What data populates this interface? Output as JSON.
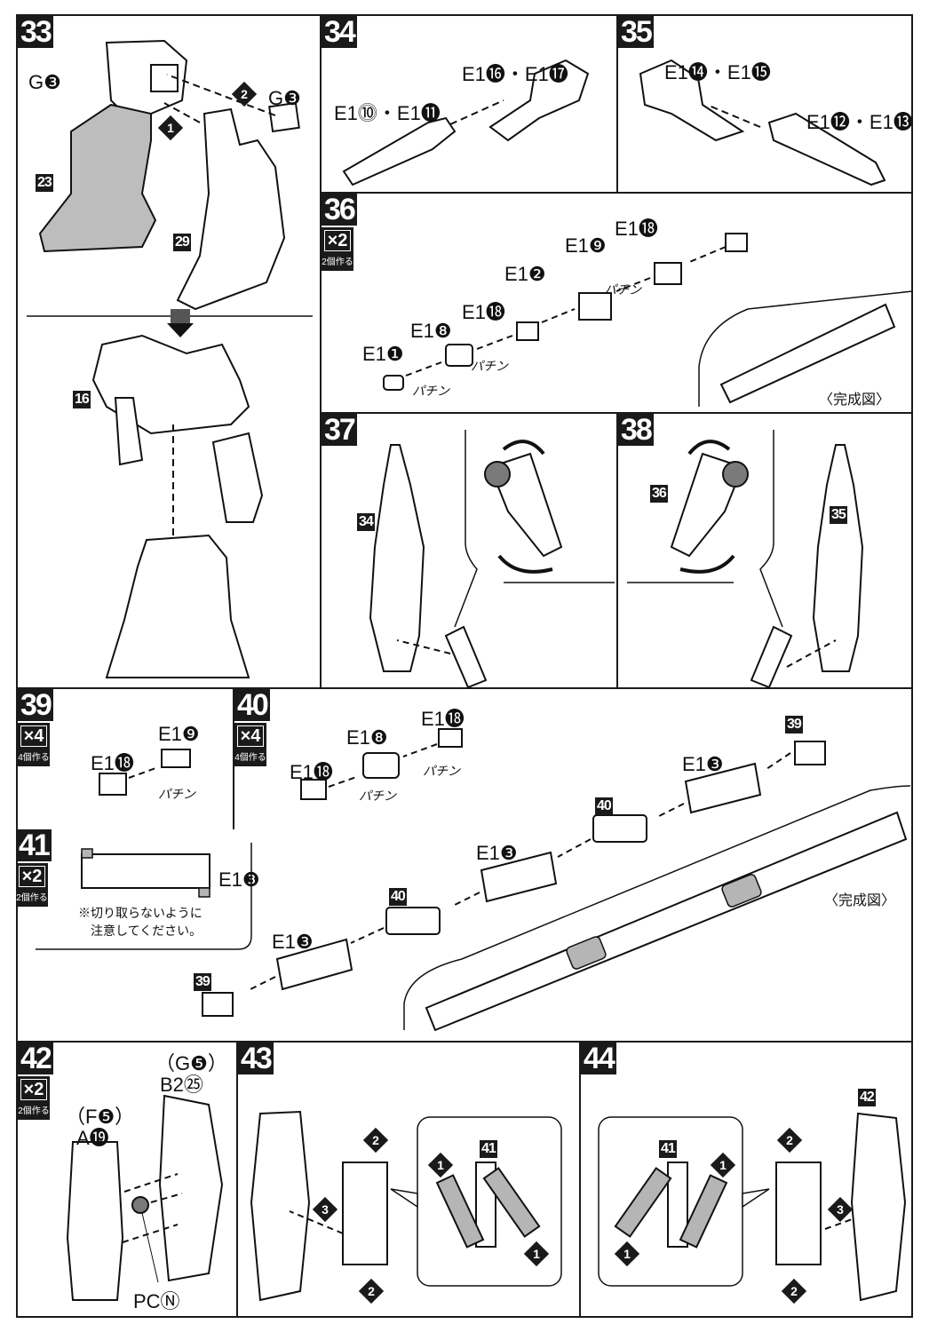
{
  "steps": {
    "s33": {
      "num": "33",
      "labels": {
        "g3_top": "G❸",
        "g3_right": "G❸",
        "part23": "23",
        "part29": "29",
        "part16": "16",
        "order1": "1",
        "order2": "2"
      }
    },
    "s34": {
      "num": "34",
      "labels": {
        "e16_17": "E1⓰・E1⓱",
        "e10_11": "E1⓾・E1⓫"
      }
    },
    "s35": {
      "num": "35",
      "labels": {
        "e14_15": "E1⓮・E1⓯",
        "e12_13": "E1⓬・E1⓭"
      }
    },
    "s36": {
      "num": "36",
      "mult": "×2",
      "mult_note": "2個作る",
      "labels": {
        "e1_1": "E1❶",
        "e1_8": "E1❽",
        "e1_18a": "E1⓲",
        "e1_2": "E1❷",
        "e1_9": "E1❾",
        "e1_18b": "E1⓲"
      },
      "sound": "パチン",
      "completed": "〈完成図〉"
    },
    "s37": {
      "num": "37",
      "labels": {
        "part34": "34"
      }
    },
    "s38": {
      "num": "38",
      "labels": {
        "part36": "36",
        "part35": "35"
      }
    },
    "s39": {
      "num": "39",
      "mult": "×4",
      "mult_note": "4個作る",
      "labels": {
        "e1_18": "E1⓲",
        "e1_9": "E1❾"
      },
      "sound": "パチン"
    },
    "s40": {
      "num": "40",
      "mult": "×4",
      "mult_note": "4個作る",
      "labels": {
        "e1_18a": "E1⓲",
        "e1_8": "E1❽",
        "e1_18b": "E1⓲"
      },
      "sound": "パチン"
    },
    "s41": {
      "num": "41",
      "mult": "×2",
      "mult_note": "2個作る",
      "labels": {
        "e1_3": "E1❸"
      },
      "caution_line1": "※切り取らないように",
      "caution_line2": "注意してください。"
    },
    "assembly": {
      "labels": {
        "e1_3a": "E1❸",
        "e1_3b": "E1❸",
        "e1_3c": "E1❸",
        "ref39a": "39",
        "ref39b": "39",
        "ref40a": "40",
        "ref40b": "40"
      },
      "completed": "〈完成図〉"
    },
    "s42": {
      "num": "42",
      "mult": "×2",
      "mult_note": "2個作る",
      "labels": {
        "f5": "（F❺）",
        "a19": "A⓳",
        "g5": "（G❺）",
        "b2_25": "B2㉕",
        "pcn": "PCⓃ"
      }
    },
    "s43": {
      "num": "43",
      "labels": {
        "ref41": "41",
        "o1a": "1",
        "o1b": "1",
        "o2a": "2",
        "o2b": "2",
        "o3": "3"
      }
    },
    "s44": {
      "num": "44",
      "labels": {
        "ref41": "41",
        "ref42": "42",
        "o1a": "1",
        "o1b": "1",
        "o2a": "2",
        "o2b": "2",
        "o3": "3"
      }
    }
  },
  "colors": {
    "ink": "#1a1a1a",
    "part_gray": "#b5b5b5",
    "dark_part": "#7a7a7a"
  }
}
